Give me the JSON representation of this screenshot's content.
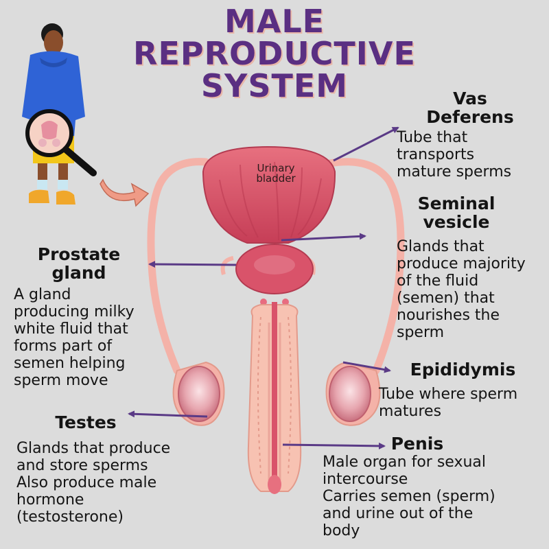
{
  "title": {
    "line1": "MALE",
    "line2": "REPRODUCTIVE",
    "line3": "SYSTEM"
  },
  "organ_labels": {
    "bladder_line1": "Urinary",
    "bladder_line2": "bladder"
  },
  "parts": {
    "vas_deferens": {
      "name_line1": "Vas",
      "name_line2": "Deferens",
      "desc": [
        "Tube that",
        "transports",
        "mature sperms"
      ]
    },
    "seminal_vesicle": {
      "name_line1": "Seminal",
      "name_line2": "vesicle",
      "desc": [
        "Glands that",
        "produce majority",
        "of the fluid",
        "(semen) that",
        "nourishes the",
        "sperm"
      ]
    },
    "prostate": {
      "name_line1": "Prostate",
      "name_line2": "gland",
      "desc": [
        "A gland",
        "producing milky",
        "white fluid that",
        "forms part of",
        "semen helping",
        "sperm move"
      ]
    },
    "epididymis": {
      "name": "Epididymis",
      "desc": [
        "Tube where sperm",
        "matures"
      ]
    },
    "testes": {
      "name": "Testes",
      "desc": [
        "Glands that produce",
        "and store sperms",
        "Also produce male",
        "hormone",
        "(testosterone)"
      ]
    },
    "penis": {
      "name": "Penis",
      "desc": [
        "Male organ for sexual",
        "intercourse",
        "Carries semen (sperm)",
        "and urine out of the",
        "body"
      ]
    }
  },
  "colors": {
    "title": "#5a2f82",
    "arrow": "#5a3a86",
    "organ": "#d9536a",
    "tube": "#f4b2a8",
    "background": "#dcdcdc"
  }
}
